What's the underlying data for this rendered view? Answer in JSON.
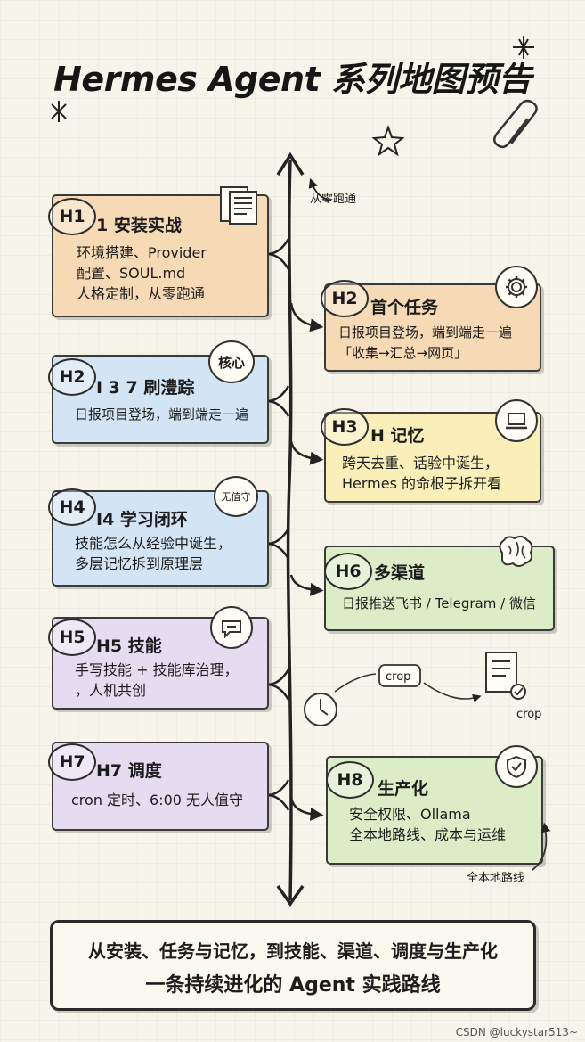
{
  "title": "Hermes Agent 系列地图预告",
  "spine_note": "从零跑通",
  "cards": [
    {
      "badge": "H1",
      "title": "1 安装实战",
      "body": [
        "环境搭建、Provider",
        "配置、SOUL.md",
        "人格定制，从零跑通"
      ]
    },
    {
      "badge": "H2",
      "title": "首个任务",
      "body": [
        "日报项目登场，端到端走一遍",
        "「收集→汇总→网页」"
      ]
    },
    {
      "badge": "H2",
      "title": "I 3 7 刷澧踪",
      "body": [
        "日报项目登场，端到端走一遍"
      ],
      "tag": "核心"
    },
    {
      "badge": "H3",
      "title": "H 记忆",
      "body": [
        "跨天去重、话验中诞生，",
        "Hermes 的命根子拆开看"
      ]
    },
    {
      "badge": "H4",
      "title": "I4 学习闭环",
      "body": [
        "技能怎么从经验中诞生，",
        "多层记忆拆到原理层"
      ],
      "tag": "无值守"
    },
    {
      "badge": "H6",
      "title": "多渠道",
      "body": [
        "日报推送飞书 / Telegram / 微信"
      ]
    },
    {
      "badge": "H5",
      "title": "H5 技能",
      "body": [
        "手写技能 + 技能库治理，",
        "，人机共创"
      ]
    },
    {
      "badge": "H7",
      "title": "H7 调度",
      "body": [
        "cron 定时、6:00 无人值守"
      ]
    },
    {
      "badge": "H8",
      "title": "生产化",
      "body": [
        "安全权限、Ollama",
        "全本地路线、成本与运维"
      ]
    }
  ],
  "crop_label_1": "crop",
  "crop_label_2": "crop",
  "h8_note": "全本地路线",
  "bottom": {
    "line1": "从安装、任务与记忆，到技能、渠道、调度与生产化",
    "line2": "一条持续进化的 Agent 实践路线"
  },
  "watermark": "CSDN @luckystar513~",
  "icons": [
    "document-icon",
    "gear-icon",
    "laptop-icon",
    "brain-icon",
    "chat-icon",
    "clock-icon",
    "checklist-icon",
    "shield-icon",
    "paperclip-icon",
    "sparkle-icon"
  ]
}
